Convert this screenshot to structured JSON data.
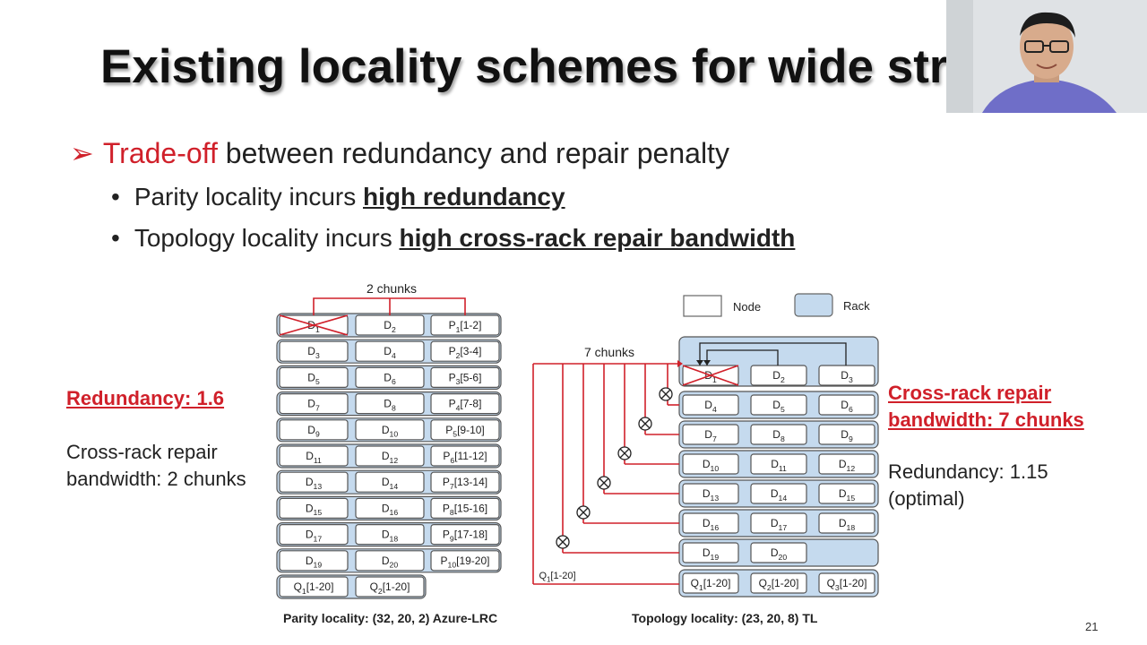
{
  "slide": {
    "title": "Existing locality schemes for wide stripes",
    "bullet_main": {
      "arrow": "➢",
      "red": "Trade-off",
      "rest": " between redundancy and repair penalty"
    },
    "bullets": [
      {
        "dot": "•",
        "text": "Parity locality incurs ",
        "emph": "high redundancy"
      },
      {
        "dot": "•",
        "text": "Topology locality incurs ",
        "emph": "high cross-rack repair bandwidth"
      }
    ],
    "left_stats": {
      "red": "Redundancy: 1.6",
      "plain1": "Cross-rack repair",
      "plain2": "bandwidth: 2 chunks"
    },
    "right_stats": {
      "red1": "Cross-rack repair",
      "red2": "bandwidth: 7 chunks",
      "plain1": "Redundancy: 1.15",
      "plain2": "(optimal)"
    },
    "page_number": "21"
  },
  "diagram": {
    "colors": {
      "red": "#d0202a",
      "rack_fill": "#c5daee",
      "box_stroke": "#555555"
    },
    "left": {
      "label_top": "2 chunks",
      "caption": "Parity locality: (32, 20, 2) Azure-LRC",
      "rows": [
        [
          [
            "D",
            "1",
            ""
          ],
          [
            "D",
            "2",
            ""
          ],
          [
            "P",
            "1",
            "[1-2]"
          ]
        ],
        [
          [
            "D",
            "3",
            ""
          ],
          [
            "D",
            "4",
            ""
          ],
          [
            "P",
            "2",
            "[3-4]"
          ]
        ],
        [
          [
            "D",
            "5",
            ""
          ],
          [
            "D",
            "6",
            ""
          ],
          [
            "P",
            "3",
            "[5-6]"
          ]
        ],
        [
          [
            "D",
            "7",
            ""
          ],
          [
            "D",
            "8",
            ""
          ],
          [
            "P",
            "4",
            "[7-8]"
          ]
        ],
        [
          [
            "D",
            "9",
            ""
          ],
          [
            "D",
            "10",
            ""
          ],
          [
            "P",
            "5",
            "[9-10]"
          ]
        ],
        [
          [
            "D",
            "11",
            ""
          ],
          [
            "D",
            "12",
            ""
          ],
          [
            "P",
            "6",
            "[11-12]"
          ]
        ],
        [
          [
            "D",
            "13",
            ""
          ],
          [
            "D",
            "14",
            ""
          ],
          [
            "P",
            "7",
            "[13-14]"
          ]
        ],
        [
          [
            "D",
            "15",
            ""
          ],
          [
            "D",
            "16",
            ""
          ],
          [
            "P",
            "8",
            "[15-16]"
          ]
        ],
        [
          [
            "D",
            "17",
            ""
          ],
          [
            "D",
            "18",
            ""
          ],
          [
            "P",
            "9",
            "[17-18]"
          ]
        ],
        [
          [
            "D",
            "19",
            ""
          ],
          [
            "D",
            "20",
            ""
          ],
          [
            "P",
            "10",
            "[19-20]"
          ]
        ],
        [
          [
            "Q",
            "1",
            "[1-20]"
          ],
          [
            "Q",
            "2",
            "[1-20]"
          ]
        ]
      ]
    },
    "right": {
      "legend_node": "Node",
      "legend_rack": "Rack",
      "label_chunks": "7 chunks",
      "q_label": [
        "Q",
        "1",
        "[1-20]"
      ],
      "caption": "Topology locality: (23, 20, 8) TL",
      "rows": [
        [
          [
            "D",
            "1",
            ""
          ],
          [
            "D",
            "2",
            ""
          ],
          [
            "D",
            "3",
            ""
          ]
        ],
        [
          [
            "D",
            "4",
            ""
          ],
          [
            "D",
            "5",
            ""
          ],
          [
            "D",
            "6",
            ""
          ]
        ],
        [
          [
            "D",
            "7",
            ""
          ],
          [
            "D",
            "8",
            ""
          ],
          [
            "D",
            "9",
            ""
          ]
        ],
        [
          [
            "D",
            "10",
            ""
          ],
          [
            "D",
            "11",
            ""
          ],
          [
            "D",
            "12",
            ""
          ]
        ],
        [
          [
            "D",
            "13",
            ""
          ],
          [
            "D",
            "14",
            ""
          ],
          [
            "D",
            "15",
            ""
          ]
        ],
        [
          [
            "D",
            "16",
            ""
          ],
          [
            "D",
            "17",
            ""
          ],
          [
            "D",
            "18",
            ""
          ]
        ],
        [
          [
            "D",
            "19",
            ""
          ],
          [
            "D",
            "20",
            ""
          ]
        ],
        [
          [
            "Q",
            "1",
            "[1-20]"
          ],
          [
            "Q",
            "2",
            "[1-20]"
          ],
          [
            "Q",
            "3",
            "[1-20]"
          ]
        ]
      ]
    }
  }
}
